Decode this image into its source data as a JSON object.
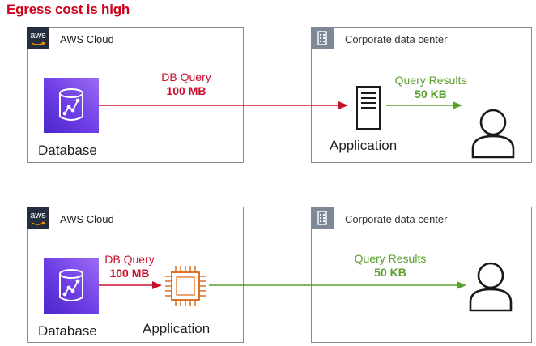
{
  "title": "Egress cost is high",
  "aws_cloud_label": "AWS Cloud",
  "aws_logo_text": "aws",
  "corp_label": "Corporate data center",
  "top": {
    "database_label": "Database",
    "query_label": "DB Query",
    "query_size": "100 MB",
    "application_label": "Application",
    "results_label": "Query Results",
    "results_size": "50 KB"
  },
  "bottom": {
    "database_label": "Database",
    "query_label": "DB Query",
    "query_size": "100 MB",
    "application_label": "Application",
    "results_label": "Query Results",
    "results_size": "50 KB"
  },
  "colors": {
    "red": "#c8102e",
    "green": "#5aa02c",
    "aws_dark": "#232f3e",
    "db_purple": "#6c3ce4",
    "ec2_orange": "#d86613"
  },
  "icons": [
    "aws-logo",
    "building-icon",
    "database-icon",
    "server-icon",
    "user-icon",
    "chip-icon"
  ]
}
